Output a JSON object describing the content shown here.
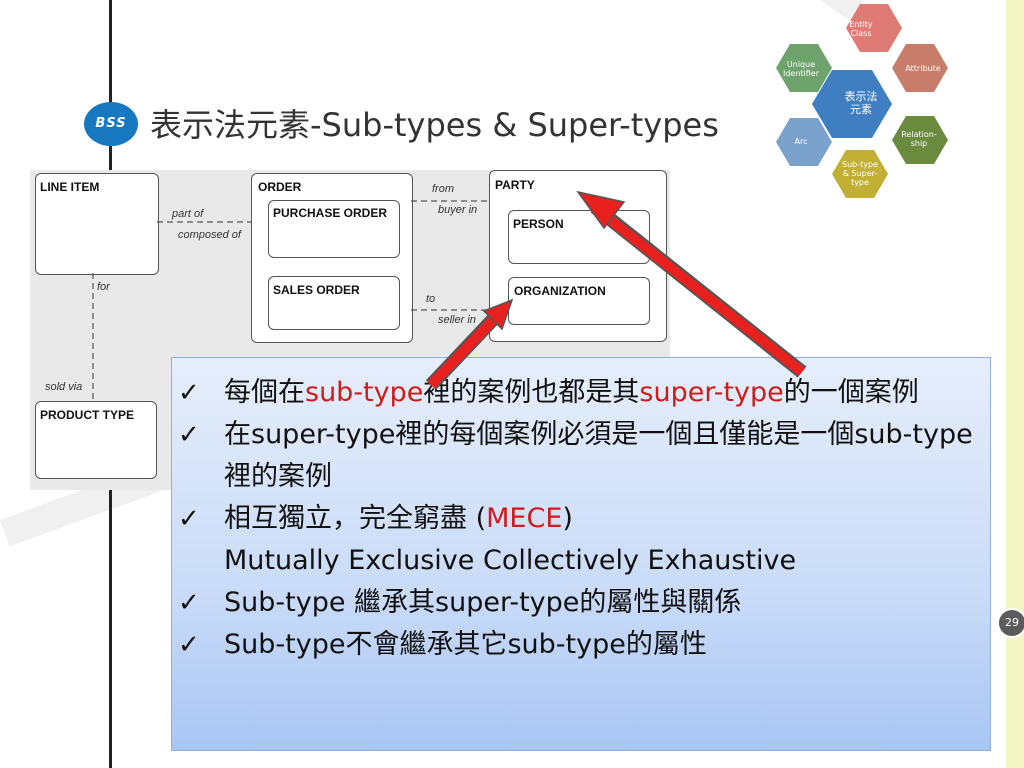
{
  "title": "表示法元素-Sub-types & Super-types",
  "logo_text": "BSS",
  "page_number": "29",
  "hex_graphic": {
    "center": "表示法\n元素",
    "items": [
      {
        "label": "Entity Class",
        "color": "#e07a75"
      },
      {
        "label": "Attribute",
        "color": "#c87d6a"
      },
      {
        "label": "Relation-ship",
        "color": "#6a8b3d"
      },
      {
        "label": "Sub-type & Super-type",
        "color": "#c2b034"
      },
      {
        "label": "Arc",
        "color": "#7aa2cc"
      },
      {
        "label": "Unique Identifier",
        "color": "#6ea36c"
      }
    ]
  },
  "diagram": {
    "line_item": "LINE ITEM",
    "order": "ORDER",
    "purchase_order": "PURCHASE ORDER",
    "sales_order": "SALES ORDER",
    "party": "PARTY",
    "person": "PERSON",
    "organization": "ORGANIZATION",
    "product_type": "PRODUCT TYPE",
    "rel_part_of": "part of",
    "rel_composed_of": "composed of",
    "rel_from": "from",
    "rel_buyer_in": "buyer in",
    "rel_to": "to",
    "rel_seller_in": "seller in",
    "rel_for": "for",
    "rel_sold_via": "sold via"
  },
  "bullets": {
    "b1_a": "每個在",
    "b1_b": "sub-type",
    "b1_c": "裡的案例也都是其",
    "b1_d": "super-type",
    "b1_e": "的一個案例",
    "b2": "在super-type裡的每個案例必須是一個且僅能是一個sub-type裡的案例",
    "b3_a": "相互獨立，完全窮盡 (",
    "b3_b": "MECE",
    "b3_c": ")",
    "b3_d": "Mutually Exclusive Collectively Exhaustive",
    "b4": "Sub-type 繼承其super-type的屬性與關係",
    "b5": "Sub-type不會繼承其它sub-type的屬性"
  },
  "check_mark": "✓"
}
